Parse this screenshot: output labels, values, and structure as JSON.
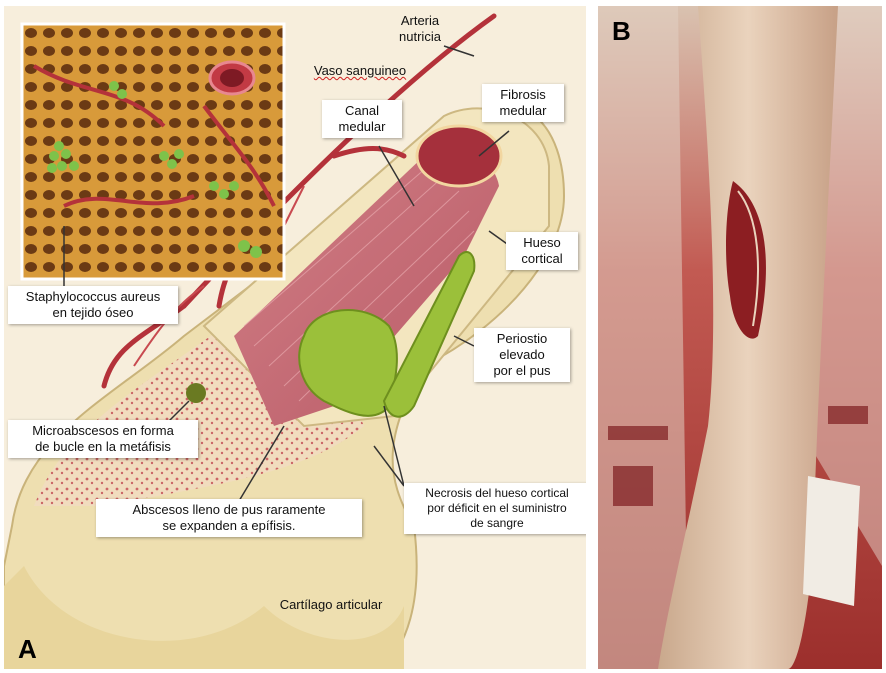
{
  "panel_a": {
    "letter": "A",
    "labels": {
      "arteria": "Arteria\nnutricia",
      "vaso": "Vaso sanguineo",
      "canal": "Canal\nmedular",
      "fibrosis": "Fibrosis\nmedular",
      "hueso": "Hueso\ncortical",
      "periostio": "Periostio\nelevado\npor el pus",
      "staph": "Staphylococcus aureus\nen tejido óseo",
      "micro": "Microabscesos en forma\nde bucle en la metáfisis",
      "abscesos": "Abscesos lleno de pus  raramente\nse expanden a epífisis.",
      "necrosis": "Necrosis del hueso cortical\npor déficit  en el suministro\nde sangre",
      "cartilago": "Cartílago articular"
    }
  },
  "panel_b": {
    "letter": "B"
  },
  "colors": {
    "bone": "#f0e2b6",
    "marrow": "#c96a72",
    "pus": "#9bc03a",
    "artery": "#b4323a",
    "tissue": "#b8433f"
  }
}
